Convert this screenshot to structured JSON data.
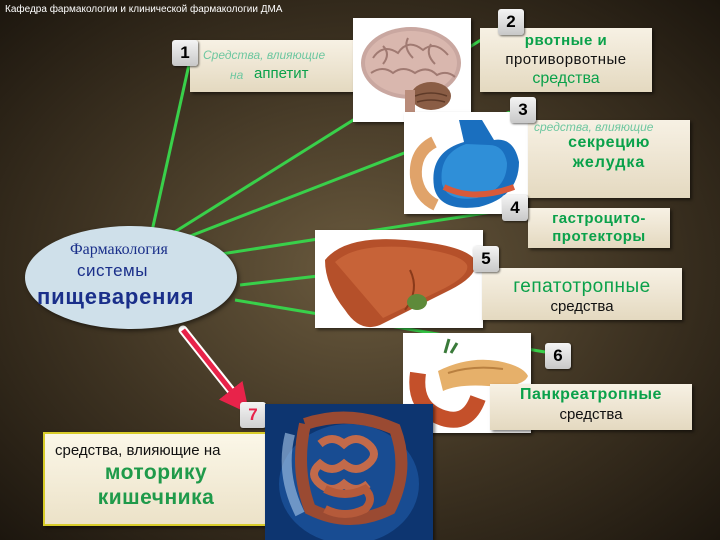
{
  "header": {
    "title": "Кафедра фармакологии и клинической фармакологии ДМА"
  },
  "center": {
    "line1": "Фармакология",
    "line2": "системы",
    "line3": "пищеварения"
  },
  "items": [
    {
      "num": "1",
      "line1": "Средства, влияющие",
      "line2_a": "на",
      "line2_b": "аппетит"
    },
    {
      "num": "2",
      "line1": "рвотные и",
      "line2": "противорвотные",
      "line3": "средства"
    },
    {
      "num": "3",
      "line1": "средства, влияющие",
      "line2": "секрецию",
      "line3": "желудка"
    },
    {
      "num": "4",
      "line1": "гастроцито-",
      "line2": "протекторы"
    },
    {
      "num": "5",
      "line1": "гепатотропные",
      "line2": "средства"
    },
    {
      "num": "6",
      "line1": "Панкреатропные",
      "line2": "средства"
    },
    {
      "num": "7",
      "line1": "средства, влияющие на",
      "line2": "моторику",
      "line3": "кишечника"
    }
  ],
  "colors": {
    "green": "#0aa14a",
    "line_green": "#39d04a",
    "arrow_red": "#e8234a",
    "oval": "#cfe0ea",
    "blue_text": "#1a2f8a"
  },
  "icons": [
    "brain-icon",
    "stomach-icon",
    "liver-icon",
    "pancreas-icon",
    "intestine-icon"
  ]
}
